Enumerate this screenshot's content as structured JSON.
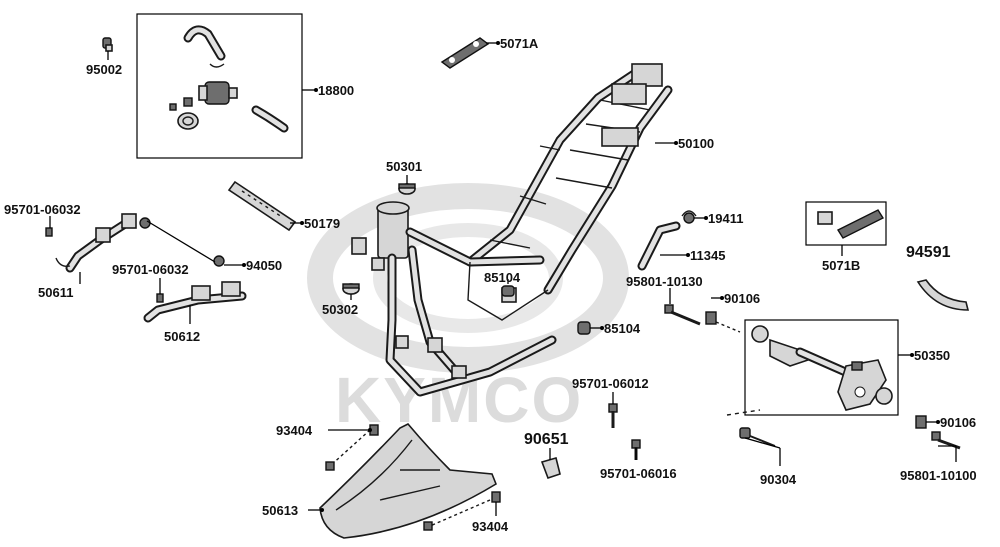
{
  "diagram": {
    "watermark_text": "KYMCO",
    "labels": [
      {
        "id": "95002",
        "text": "95002"
      },
      {
        "id": "18800",
        "text": "18800"
      },
      {
        "id": "5071A",
        "text": "5071A"
      },
      {
        "id": "50100",
        "text": "50100"
      },
      {
        "id": "50301",
        "text": "50301"
      },
      {
        "id": "50179",
        "text": "50179"
      },
      {
        "id": "95701-06032-a",
        "text": "95701-06032"
      },
      {
        "id": "50611",
        "text": "50611"
      },
      {
        "id": "95701-06032-b",
        "text": "95701-06032"
      },
      {
        "id": "94050",
        "text": "94050"
      },
      {
        "id": "50612",
        "text": "50612"
      },
      {
        "id": "50302",
        "text": "50302"
      },
      {
        "id": "85104-a",
        "text": "85104"
      },
      {
        "id": "85104-b",
        "text": "85104"
      },
      {
        "id": "19411",
        "text": "19411"
      },
      {
        "id": "11345",
        "text": "11345"
      },
      {
        "id": "95801-10130",
        "text": "95801-10130"
      },
      {
        "id": "90106-a",
        "text": "90106"
      },
      {
        "id": "5071B",
        "text": "5071B"
      },
      {
        "id": "94591",
        "text": "94591"
      },
      {
        "id": "50350",
        "text": "50350"
      },
      {
        "id": "95701-06012",
        "text": "95701-06012"
      },
      {
        "id": "90651",
        "text": "90651"
      },
      {
        "id": "95701-06016",
        "text": "95701-06016"
      },
      {
        "id": "90304",
        "text": "90304"
      },
      {
        "id": "90106-b",
        "text": "90106"
      },
      {
        "id": "95801-10100",
        "text": "95801-10100"
      },
      {
        "id": "93404-a",
        "text": "93404"
      },
      {
        "id": "50613",
        "text": "50613"
      },
      {
        "id": "93404-b",
        "text": "93404"
      }
    ]
  }
}
